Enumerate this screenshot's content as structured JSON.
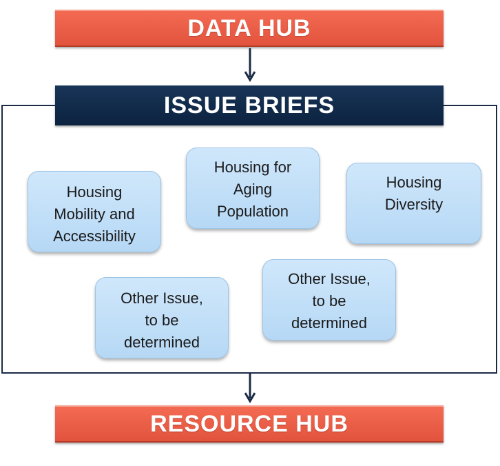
{
  "top_hub": {
    "label": "DATA HUB"
  },
  "issue_briefs": {
    "label": "ISSUE BRIEFS"
  },
  "bottom_hub": {
    "label": "RESOURCE HUB"
  },
  "issues": [
    {
      "label": "Housing\nMobility and\nAccessibility"
    },
    {
      "label": "Housing for\nAging\nPopulation"
    },
    {
      "label": "Housing\nDiversity"
    },
    {
      "label": "Other Issue,\nto be\ndetermined"
    },
    {
      "label": "Other Issue,\nto be\ndetermined"
    }
  ],
  "colors": {
    "hub": "#e85a43",
    "briefs": "#112b4b",
    "issue_fill": "#c3dff7",
    "arrow": "#1a2b45"
  }
}
